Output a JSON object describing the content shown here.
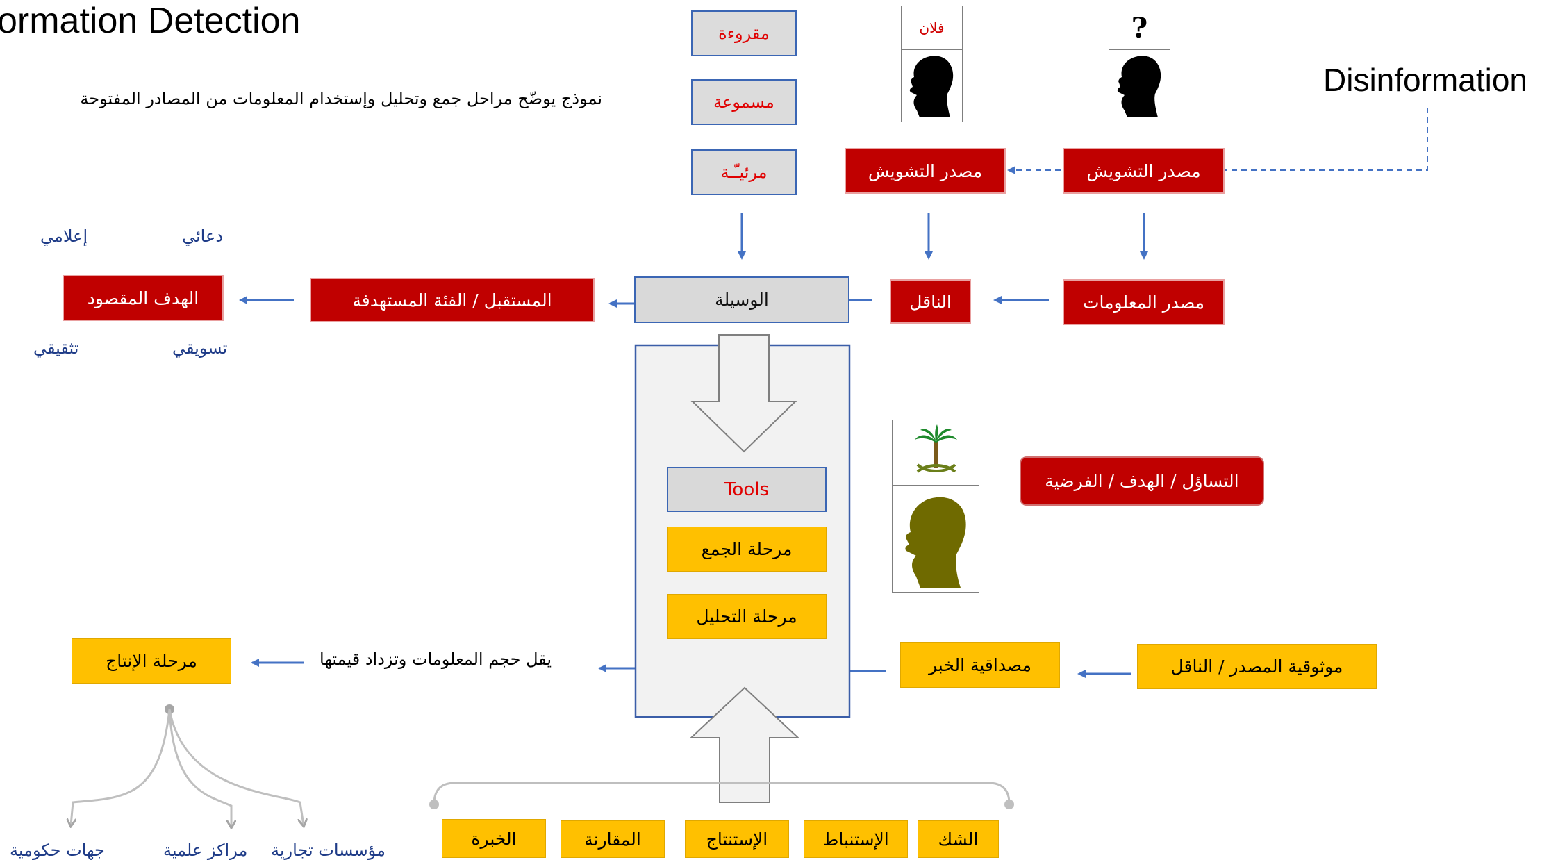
{
  "title": "ormation Detection",
  "subtitle": "نموذج يوضّح مراحل جمع وتحليل وإستخدام المعلومات من المصادر المفتوحة",
  "disinformation": "Disinformation",
  "media_types": {
    "read": "مقروءة",
    "heard": "مسموعة",
    "seen": "مرئيـّـة"
  },
  "portraits": {
    "named_label": "فلان",
    "unknown_label": "?"
  },
  "sources": {
    "noise_left": "مصدر التشويش",
    "noise_right": "مصدر التشويش",
    "info_source": "مصدر المعلومات",
    "carrier": "الناقل",
    "medium": "الوسيلة",
    "receiver": "المستقبل / الفئة المستهدفة",
    "target": "الهدف المقصود"
  },
  "target_types": {
    "media": "إعلامي",
    "propaganda": "دعائي",
    "educational": "تثقيقي",
    "marketing": "تسويقي"
  },
  "question_box": "التساؤل / الهدف / الفرضية",
  "process": {
    "tools": "Tools",
    "collection": "مرحلة الجمع",
    "analysis": "مرحلة التحليل"
  },
  "credibility": {
    "news_credibility": "مصداقية الخبر",
    "source_reliability": "موثوقية المصدر / الناقل"
  },
  "output": {
    "note": "يقل حجم المعلومات وتزداد قيمتها",
    "production": "مرحلة الإنتاج",
    "gov": "جهات حكومية",
    "science": "مراكز علمية",
    "commercial": "مؤسسات تجارية"
  },
  "skills": {
    "experience": "الخبرة",
    "comparison": "المقارنة",
    "conclusion": "الإستنتاج",
    "deduction": "الإستنباط",
    "doubt": "الشك"
  },
  "colors": {
    "red": "#c00000",
    "yellow": "#ffc000",
    "arrow_blue": "#4472c4",
    "text_blue": "#1f3c88",
    "gray_box": "#d9d9d9",
    "olive_head": "#6f6a00"
  }
}
